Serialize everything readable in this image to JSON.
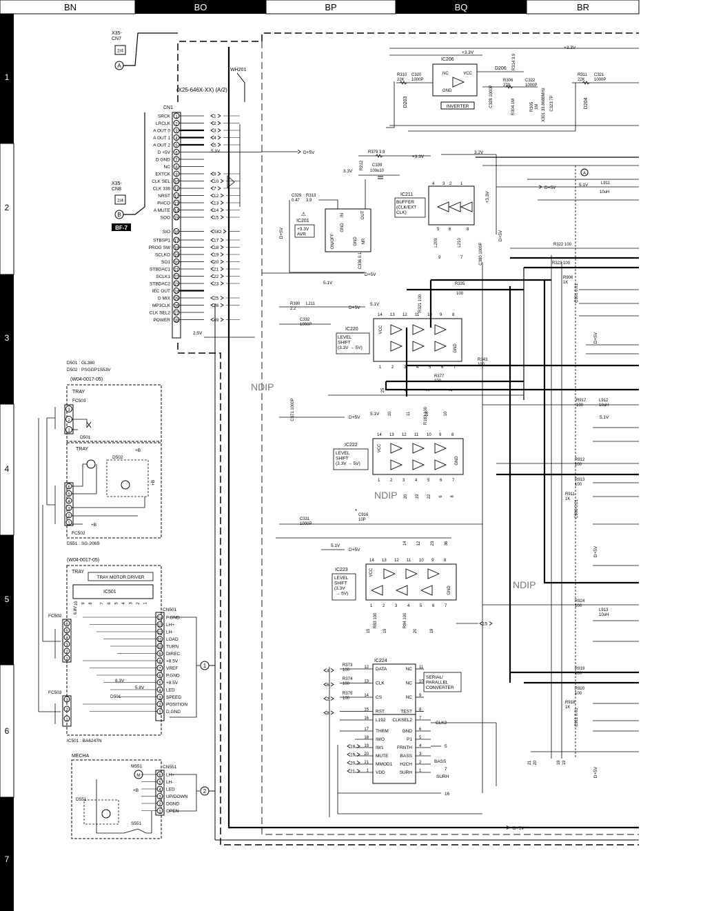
{
  "columns": [
    "BN",
    "BO",
    "BP",
    "BQ",
    "BR"
  ],
  "rows": [
    "1",
    "2",
    "3",
    "4",
    "5",
    "6",
    "7"
  ],
  "watermark": "NDIP",
  "connectors": {
    "x35_cn7": "X35-\nCN7",
    "x35_cn8": "X35-\nCN8",
    "ref_24": "2/4",
    "circle_a": "A",
    "circle_b": "B",
    "bf7": "BF-7",
    "wh201": "WH201",
    "board": "(X25-646X-XX) (A/2)",
    "cn1": "CN1"
  },
  "cn1_pins": [
    {
      "n": "1",
      "label": "SRCK",
      "net": "1"
    },
    {
      "n": "2",
      "label": "LRCLK",
      "net": "2"
    },
    {
      "n": "3",
      "label": "A OUT 0",
      "net": "3"
    },
    {
      "n": "4",
      "label": "A OUT 1",
      "net": "4"
    },
    {
      "n": "5",
      "label": "A OUT 2",
      "net": "5"
    },
    {
      "n": "6",
      "label": "D +5V",
      "net": "+5V"
    },
    {
      "n": "7",
      "label": "D GND",
      "net": ""
    },
    {
      "n": "8",
      "label": "NC",
      "net": ""
    },
    {
      "n": "9",
      "label": "EXTCK",
      "net": "9"
    },
    {
      "n": "10",
      "label": "CLK SEL",
      "net": "10"
    },
    {
      "n": "11",
      "label": "CLK 338",
      "net": "7"
    },
    {
      "n": "12",
      "label": "NRST",
      "net": "12"
    },
    {
      "n": "13",
      "label": "PHCO",
      "net": "13"
    },
    {
      "n": "14",
      "label": "A MUTE",
      "net": "14"
    },
    {
      "n": "15",
      "label": "SOO",
      "net": "15"
    },
    {
      "n": "16",
      "label": "SIO",
      "net": "SIO"
    },
    {
      "n": "17",
      "label": "STBSP1",
      "net": "17"
    },
    {
      "n": "18",
      "label": "PROG SW",
      "net": "18"
    },
    {
      "n": "19",
      "label": "SCLKO",
      "net": "19"
    },
    {
      "n": "20",
      "label": "SO1",
      "net": "20"
    },
    {
      "n": "21",
      "label": "STBDAC1",
      "net": "21"
    },
    {
      "n": "22",
      "label": "SCLK1",
      "net": "22"
    },
    {
      "n": "23",
      "label": "STBDAC2",
      "net": "23"
    },
    {
      "n": "24",
      "label": "IEC OUT",
      "net": ""
    },
    {
      "n": "25",
      "label": "D MIX",
      "net": "25"
    },
    {
      "n": "26",
      "label": "MP3CLK",
      "net": "26"
    },
    {
      "n": "27",
      "label": "CLK SEL2",
      "net": ""
    },
    {
      "n": "28",
      "label": "POWER",
      "net": "49"
    }
  ],
  "ics": [
    {
      "ref": "IC206",
      "desc": "INVERTER"
    },
    {
      "ref": "IC211",
      "desc": "BUFFER\n(CLK/EXT\nCLK)"
    },
    {
      "ref": "IC201",
      "desc": "+3.3V\nAVR"
    },
    {
      "ref": "IC220",
      "desc": "LEVEL\nSHIFT\n(3.3V → 5V)"
    },
    {
      "ref": "IC222",
      "desc": "LEVEL\nSHIFT\n(3.3V → 5V)"
    },
    {
      "ref": "IC223",
      "desc": "LEVEL\nSHIFT\n(3.3V\n → 5V)"
    },
    {
      "ref": "IC224",
      "desc": "SERIAL/\nPARALLEL\nCONVERTER"
    }
  ],
  "ic224_pins_left": [
    {
      "n": "12",
      "label": "DATA"
    },
    {
      "n": "13",
      "label": "CLK"
    },
    {
      "n": "14",
      "label": "CS"
    },
    {
      "n": "15",
      "label": "RST"
    },
    {
      "n": "16",
      "label": "L192"
    },
    {
      "n": "17",
      "label": "THRM"
    },
    {
      "n": "18",
      "label": "IWO"
    },
    {
      "n": "19",
      "label": "IW1"
    },
    {
      "n": "20",
      "label": "MUTE"
    },
    {
      "n": "21",
      "label": "MMOD1"
    },
    {
      "n": "1",
      "label": "VDD"
    }
  ],
  "ic224_pins_right": [
    {
      "n": "11",
      "label": "NC"
    },
    {
      "n": "10",
      "label": "NC"
    },
    {
      "n": "9",
      "label": "NC"
    },
    {
      "n": "8",
      "label": "TEST"
    },
    {
      "n": "7",
      "label": "CLKSEL2"
    },
    {
      "n": "6",
      "label": "GND"
    },
    {
      "n": "5",
      "label": "P1"
    },
    {
      "n": "4",
      "label": "FRNTH"
    },
    {
      "n": "3",
      "label": "BASS"
    },
    {
      "n": "2",
      "label": "H2CH"
    },
    {
      "n": "1",
      "label": "SURH"
    }
  ],
  "ic224_nets": [
    "CLK2",
    "5",
    "BASS",
    "7",
    "SURH",
    "16"
  ],
  "components": [
    {
      "ref": "R310",
      "val": "22K"
    },
    {
      "ref": "C320",
      "val": "1000P"
    },
    {
      "ref": "D206",
      "val": ""
    },
    {
      "ref": "R314",
      "val": "3.9"
    },
    {
      "ref": "D203",
      "val": ""
    },
    {
      "ref": "C328",
      "val": "1000P"
    },
    {
      "ref": "R306",
      "val": "270"
    },
    {
      "ref": "C322",
      "val": "1000P"
    },
    {
      "ref": "R304",
      "val": "1M"
    },
    {
      "ref": "R305",
      "val": "1M"
    },
    {
      "ref": "X301",
      "val": "33.8688MHz"
    },
    {
      "ref": "C323",
      "val": "7P"
    },
    {
      "ref": "R311",
      "val": "22K"
    },
    {
      "ref": "C321",
      "val": "1000P"
    },
    {
      "ref": "D204",
      "val": ""
    },
    {
      "ref": "R379",
      "val": "3.9"
    },
    {
      "ref": "R212",
      "val": ""
    },
    {
      "ref": "C339",
      "val": "100u10"
    },
    {
      "ref": "C329",
      "val": "0.47"
    },
    {
      "ref": "R313",
      "val": "3.9"
    },
    {
      "ref": "C336",
      "val": "0.1"
    },
    {
      "ref": "L209",
      "val": ""
    },
    {
      "ref": "L210",
      "val": ""
    },
    {
      "ref": "C380",
      "val": "1000P"
    },
    {
      "ref": "R185",
      "val": "10"
    },
    {
      "ref": "R184",
      "val": "10"
    },
    {
      "ref": "R335",
      "val": "100"
    },
    {
      "ref": "R390",
      "val": "2.2"
    },
    {
      "ref": "L211",
      "val": ""
    },
    {
      "ref": "C332",
      "val": "1000P"
    },
    {
      "ref": "R321",
      "val": "100"
    },
    {
      "ref": "R343",
      "val": "100"
    },
    {
      "ref": "R377",
      "val": "100"
    },
    {
      "ref": "C371",
      "val": "1000P"
    },
    {
      "ref": "R183",
      "val": "100"
    },
    {
      "ref": "C331",
      "val": "1000P"
    },
    {
      "ref": "C916",
      "val": "10P"
    },
    {
      "ref": "R83",
      "val": "100"
    },
    {
      "ref": "R84",
      "val": "100"
    },
    {
      "ref": "R373",
      "val": "100"
    },
    {
      "ref": "R374",
      "val": "100"
    },
    {
      "ref": "R375",
      "val": "100"
    },
    {
      "ref": "L911",
      "val": "10uH"
    },
    {
      "ref": "R322",
      "val": "100"
    },
    {
      "ref": "R323",
      "val": "100"
    },
    {
      "ref": "R906",
      "val": "1K"
    },
    {
      "ref": "C901",
      "val": "0.01"
    },
    {
      "ref": "R917",
      "val": "100"
    },
    {
      "ref": "L912",
      "val": "10uH"
    },
    {
      "ref": "R912",
      "val": "100"
    },
    {
      "ref": "R913",
      "val": "100"
    },
    {
      "ref": "R911",
      "val": "1K"
    },
    {
      "ref": "C906",
      "val": "0.01"
    },
    {
      "ref": "R924",
      "val": "100"
    },
    {
      "ref": "L913",
      "val": "10uH"
    },
    {
      "ref": "R919",
      "val": "100"
    },
    {
      "ref": "R920",
      "val": "100"
    },
    {
      "ref": "R918",
      "val": "1K"
    },
    {
      "ref": "C911",
      "val": "0.01"
    }
  ],
  "rails": {
    "v33": "+3.3V",
    "v5": "D+5V",
    "v51": "5.1V",
    "v32": "3.2V",
    "v33b": "3.3V",
    "v25": "2.5V",
    "b": "+B",
    "v85": "+8.5V",
    "v83": "8.3V",
    "v58": "5.8V",
    "v68": "6.8V"
  },
  "diode_notes": {
    "d501": "D501   : GL380",
    "d502": "D502   : PSGGP1S53V",
    "part": "(W04-0017-05)",
    "d551": "D551   : SG-206S",
    "part2": "(W04-0017-05)",
    "ic501": "IC501   : BA6247N"
  },
  "tray1": {
    "title": "TRAY",
    "conn": "FC503",
    "diode": "D501"
  },
  "tray2": {
    "title": "TRAY",
    "diode": "D502",
    "conn": "FC502"
  },
  "tray3": {
    "title": "TRAY",
    "box": "TRAY MOTOR DRIVER",
    "ic": "IC501",
    "cn": "CN501",
    "fc502": "FC502",
    "fc503": "FC503",
    "d501": "D501"
  },
  "cn501_pins": [
    {
      "n": "14",
      "label": "P.GND"
    },
    {
      "n": "13",
      "label": "LH+"
    },
    {
      "n": "12",
      "label": "LH-"
    },
    {
      "n": "11",
      "label": "LOAD"
    },
    {
      "n": "10",
      "label": "TURN"
    },
    {
      "n": "9",
      "label": "DIREC"
    },
    {
      "n": "8",
      "label": "+8.5V"
    },
    {
      "n": "7",
      "label": "VREF"
    },
    {
      "n": "6",
      "label": "P.GND"
    },
    {
      "n": "5",
      "label": "+8.5V"
    },
    {
      "n": "4",
      "label": "LED"
    },
    {
      "n": "3",
      "label": "SPEED"
    },
    {
      "n": "2",
      "label": "POSITION"
    },
    {
      "n": "1",
      "label": "D.GND"
    }
  ],
  "mecha": {
    "title": "MECHA",
    "motor": "M551",
    "cn": "CN551",
    "diode": "D551",
    "switch": "S551"
  },
  "cn551_pins": [
    {
      "n": "6",
      "label": "LH+"
    },
    {
      "n": "5",
      "label": "LH-"
    },
    {
      "n": "4",
      "label": "LED"
    },
    {
      "n": "3",
      "label": "UP/DOWN"
    },
    {
      "n": "2",
      "label": "DGND"
    },
    {
      "n": "1",
      "label": "OPEN"
    }
  ],
  "bus_refs": {
    "one": "1",
    "two": "2"
  }
}
